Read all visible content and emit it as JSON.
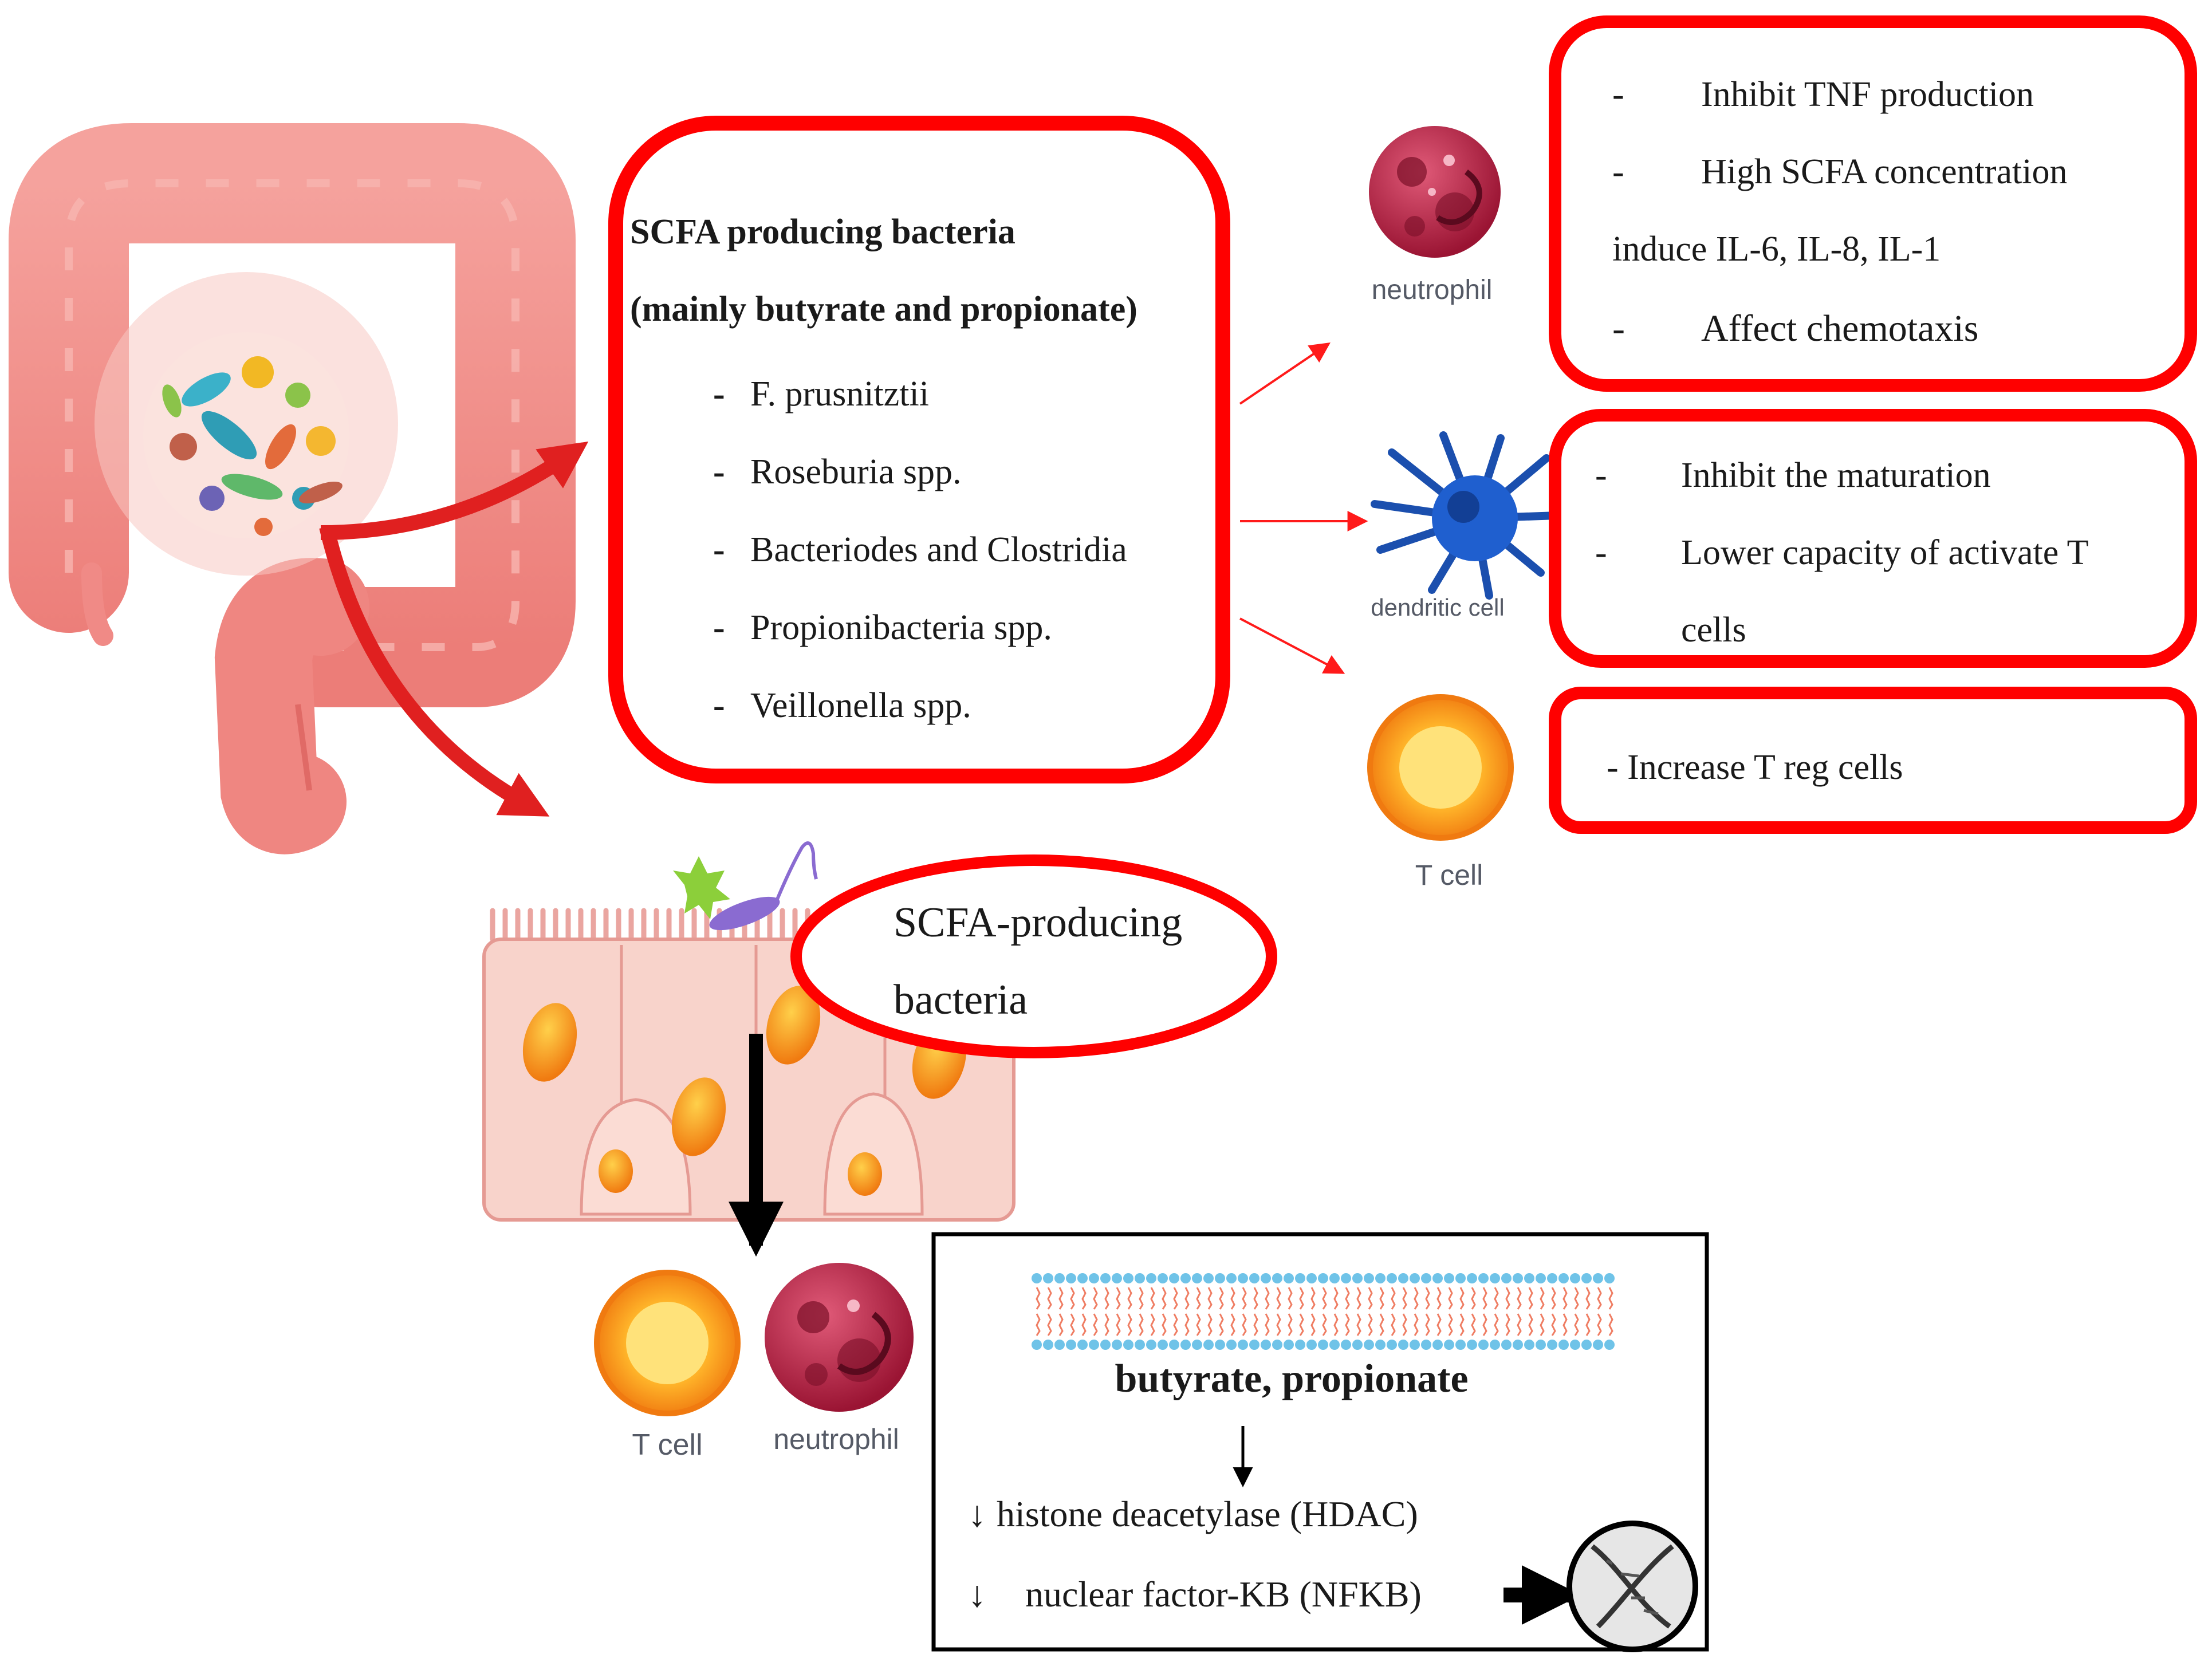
{
  "scfa_box": {
    "title_line1": "SCFA producing bacteria",
    "title_line2": "(mainly butyrate and propionate)",
    "bullet": "-",
    "items": [
      "F. prusnitztii",
      "Roseburia spp.",
      "Bacteriodes and Clostridia",
      "Propionibacteria spp.",
      "Veillonella spp."
    ]
  },
  "cells": {
    "neutrophil": "neutrophil",
    "dendritic": "dendritic cell",
    "tcell": "T cell"
  },
  "neutrophil_box": {
    "bullet": "-",
    "line1": "Inhibit TNF production",
    "line2": "High SCFA concentration",
    "line3": "induce IL-6, IL-8, IL-1",
    "line4": "Affect chemotaxis"
  },
  "dendritic_box": {
    "bullet": "-",
    "line1": "Inhibit the maturation",
    "line2": "Lower capacity of activate T",
    "line3": "cells"
  },
  "tcell_box": {
    "line1": "- Increase T reg cells"
  },
  "epithelium_label": {
    "line1": "SCFA-producing",
    "line2": "bacteria"
  },
  "mechanism_box": {
    "compounds": "butyrate, propionate",
    "down_arrow": "↓",
    "hdac": "histone deacetylase (HDAC)",
    "nfkb": "nuclear factor-KB (NFKB)"
  },
  "colors": {
    "highlight_red": "#ff0000",
    "arrow_red": "#e02020",
    "colon_pink": "#f08a86",
    "cell_text_gray": "#555a66"
  }
}
